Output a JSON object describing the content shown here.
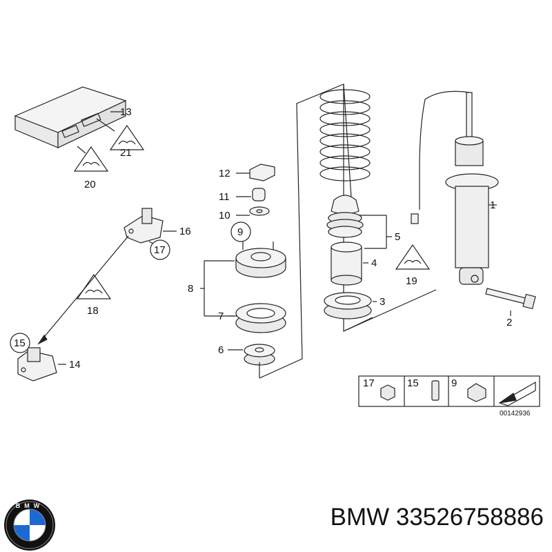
{
  "callouts": [
    {
      "id": "1",
      "text": "1"
    },
    {
      "id": "2",
      "text": "2"
    },
    {
      "id": "3",
      "text": "3"
    },
    {
      "id": "4",
      "text": "4"
    },
    {
      "id": "5",
      "text": "5"
    },
    {
      "id": "6",
      "text": "6"
    },
    {
      "id": "7",
      "text": "7"
    },
    {
      "id": "8",
      "text": "8"
    },
    {
      "id": "9",
      "text": "9"
    },
    {
      "id": "10",
      "text": "10"
    },
    {
      "id": "11",
      "text": "11"
    },
    {
      "id": "12",
      "text": "12"
    },
    {
      "id": "13",
      "text": "13"
    },
    {
      "id": "14",
      "text": "14"
    },
    {
      "id": "15",
      "text": "15"
    },
    {
      "id": "16",
      "text": "16"
    },
    {
      "id": "17",
      "text": "17"
    },
    {
      "id": "18",
      "text": "18"
    },
    {
      "id": "19",
      "text": "19"
    },
    {
      "id": "20",
      "text": "20"
    },
    {
      "id": "21",
      "text": "21"
    }
  ],
  "legend": {
    "items": [
      "17",
      "15",
      "9"
    ],
    "diagram_code": "00142936"
  },
  "brand": {
    "name": "BMW",
    "part_number": "33526758886",
    "caption": "BMW 33526758886",
    "logo_letters": "BMW"
  },
  "colors": {
    "line": "#222222",
    "part_fill": "#f2f2f2",
    "logo_blue": "#1c69d4",
    "logo_ring": "#111111"
  }
}
